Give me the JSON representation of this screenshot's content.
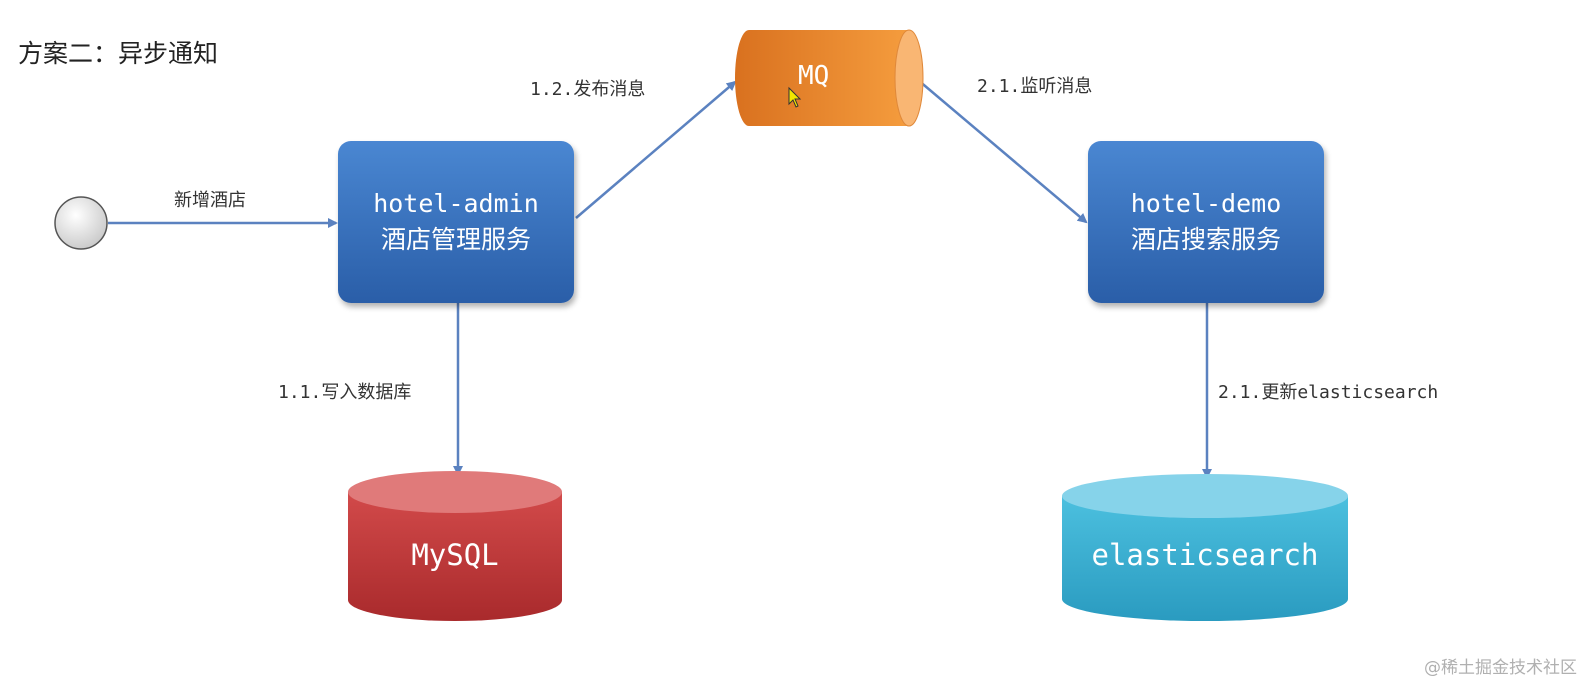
{
  "title": "方案二：异步通知",
  "nodes": {
    "start": "start-node",
    "admin": {
      "line1": "hotel-admin",
      "line2": "酒店管理服务"
    },
    "demo": {
      "line1": "hotel-demo",
      "line2": "酒店搜索服务"
    },
    "mq": "MQ",
    "mysql": "MySQL",
    "es": "elasticsearch"
  },
  "edges": {
    "add_hotel": "新增酒店",
    "publish": "1.2.发布消息",
    "listen": "2.1.监听消息",
    "write_db": "1.1.写入数据库",
    "update_es": "2.1.更新elasticsearch"
  },
  "watermark": "@稀土掘金技术社区",
  "colors": {
    "service": "#3a73c0",
    "mq": "#ef8a2a",
    "mysql": "#c9393a",
    "es": "#3cb6d8",
    "arrow": "#5b82c0"
  }
}
